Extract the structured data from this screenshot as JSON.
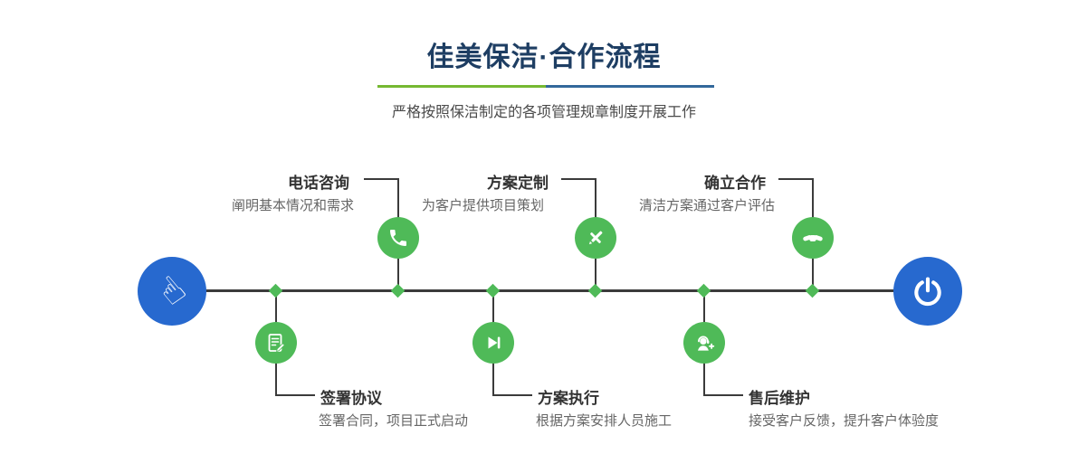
{
  "header": {
    "title": "佳美保洁·合作流程",
    "subtitle": "严格按照保洁制定的各项管理规章制度开展工作"
  },
  "colors": {
    "accent_blue": "#2769cf",
    "accent_green": "#4fba58",
    "divider_green": "#76b832",
    "divider_blue": "#33689b",
    "title_navy": "#1e3e63",
    "line_dark": "#3b3b3b"
  },
  "endpoints": {
    "start_icon": "pointing-hand-icon",
    "start_glyph": "☝",
    "end_icon": "power-icon"
  },
  "steps": [
    {
      "label": "电话咨询",
      "desc": "阐明基本情况和需求",
      "icon": "phone-icon",
      "position": "top"
    },
    {
      "label": "方案定制",
      "desc": "为客户提供项目策划",
      "icon": "pencil-ruler-icon",
      "position": "top"
    },
    {
      "label": "确立合作",
      "desc": "清洁方案通过客户评估",
      "icon": "handshake-icon",
      "position": "top"
    },
    {
      "label": "签署协议",
      "desc": "签署合同，项目正式启动",
      "icon": "contract-icon",
      "position": "bottom"
    },
    {
      "label": "方案执行",
      "desc": "根据方案安排人员施工",
      "icon": "play-next-icon",
      "position": "bottom"
    },
    {
      "label": "售后维护",
      "desc": "接受客户反馈，提升客户体验度",
      "icon": "headset-icon",
      "position": "bottom"
    }
  ]
}
